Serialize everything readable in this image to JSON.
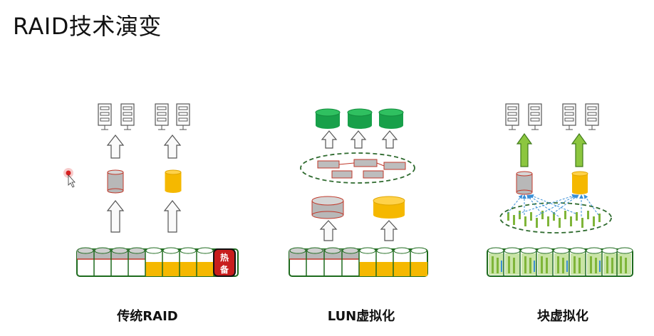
{
  "title": "RAID技术演变",
  "captions": [
    "传统RAID",
    "LUN虚拟化",
    "块虚拟化"
  ],
  "hot_spare_label": [
    "热",
    "备"
  ],
  "colors": {
    "gray_cyl": "#b8b8b8",
    "yellow": "#f5b800",
    "green": "#18a04a",
    "disk_outline": "#1e6b1e",
    "raid_red": "#c0392b",
    "arrow_gray": "#cfcfcf",
    "arrow_green": "#8cc63f",
    "dashed": "#2f6b2f",
    "chunk_green": "#7fb539",
    "dash_blue": "#3a8fd6"
  }
}
